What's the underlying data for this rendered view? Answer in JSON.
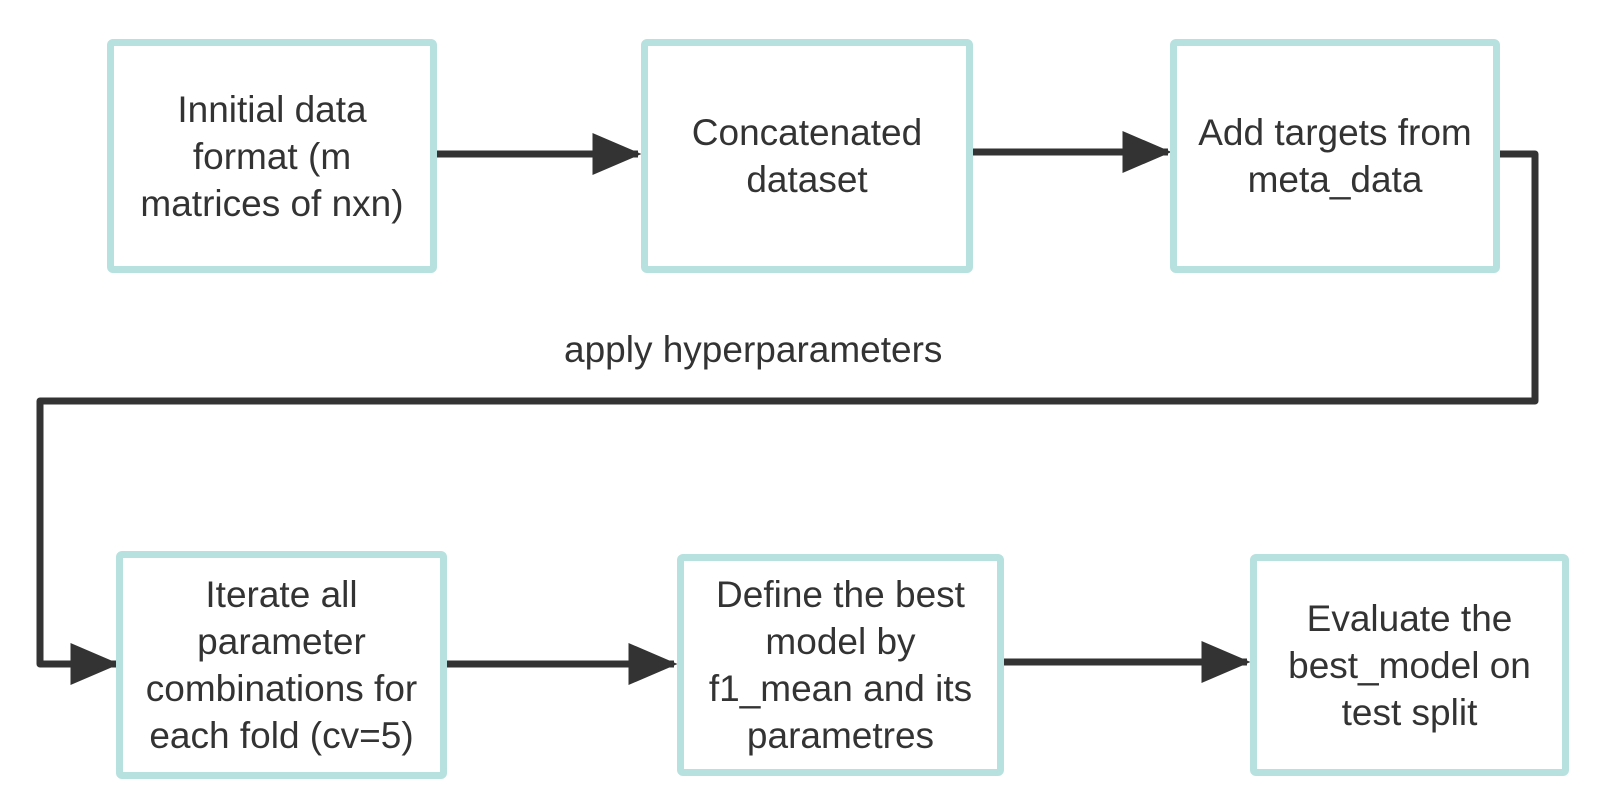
{
  "diagram": {
    "nodes": [
      {
        "id": "initial-data",
        "label": "Innitial data format (m matrices of nxn)"
      },
      {
        "id": "concatenated",
        "label": "Concatenated dataset"
      },
      {
        "id": "add-targets",
        "label": "Add targets from meta_data"
      },
      {
        "id": "iterate",
        "label": "Iterate all parameter combinations for each fold (cv=5)"
      },
      {
        "id": "define-best",
        "label": "Define the best model by f1_mean and its parametres"
      },
      {
        "id": "evaluate",
        "label": "Evaluate the best_model on test split"
      }
    ],
    "edges": [
      {
        "from": "initial-data",
        "to": "concatenated",
        "label": ""
      },
      {
        "from": "concatenated",
        "to": "add-targets",
        "label": ""
      },
      {
        "from": "add-targets",
        "to": "iterate",
        "label": "apply hyperparameters"
      },
      {
        "from": "iterate",
        "to": "define-best",
        "label": ""
      },
      {
        "from": "define-best",
        "to": "evaluate",
        "label": ""
      }
    ],
    "colors": {
      "node_border": "#b7e1df",
      "connector": "#333333",
      "text": "#333333"
    }
  }
}
